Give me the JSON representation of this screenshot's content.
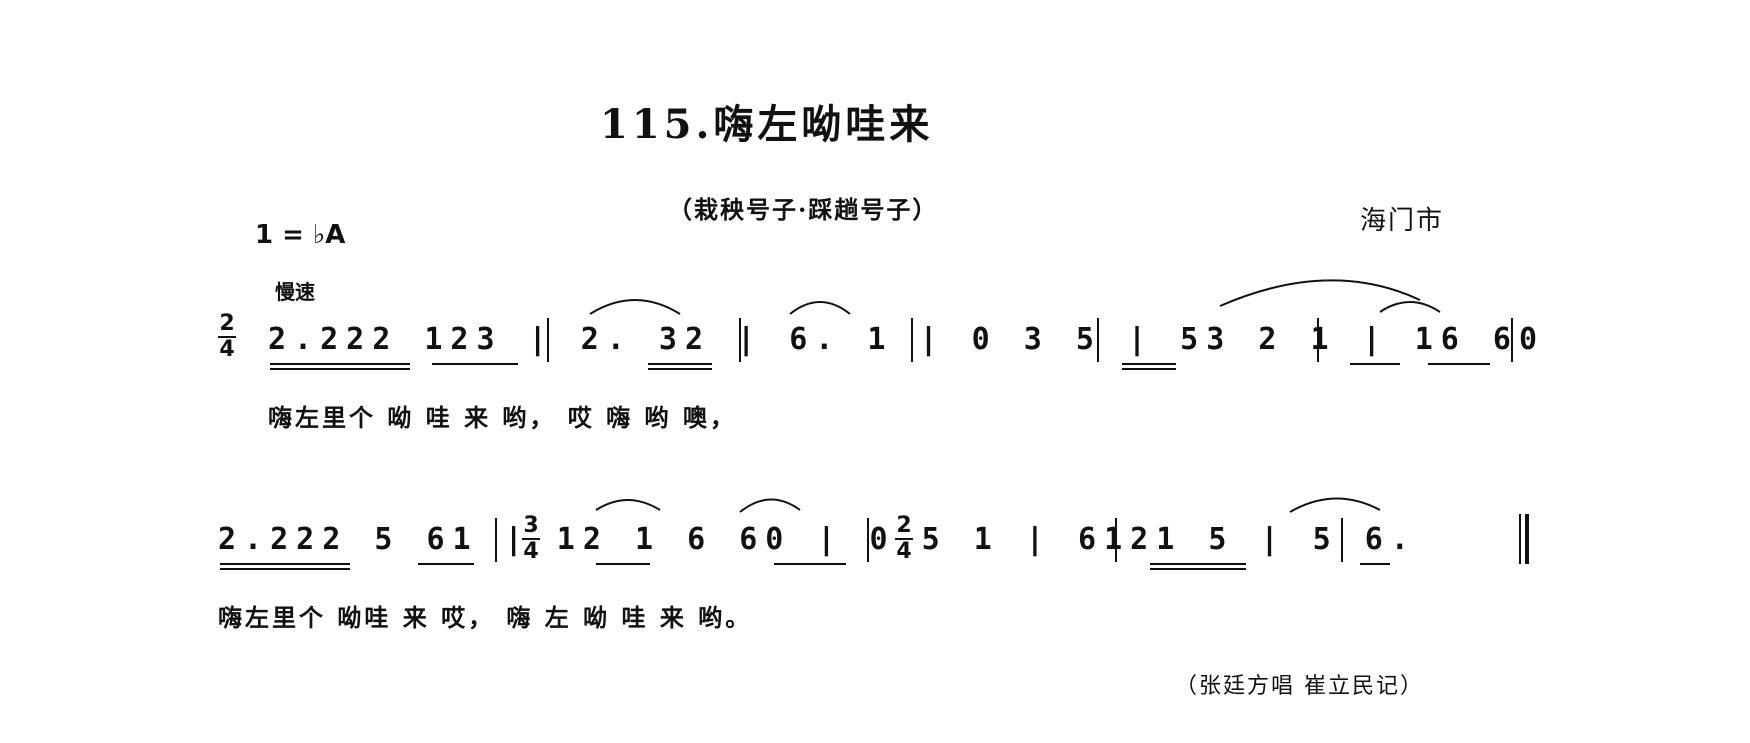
{
  "title": "115.嗨左呦哇来",
  "subtitle": "（栽秧号子·踩趟号子）",
  "region": "海门市",
  "key": "1 = ♭A",
  "tempo": "慢速",
  "meters": {
    "m1": "2/4",
    "m2": "3/4",
    "m3": "2/4"
  },
  "line1": {
    "notes": "2.222 123 | 2. 32 | 6. 1 | 0 3 5 | 53 2 1 | 16 60",
    "lyrics": "嗨左里个 呦 哇 来     哟，     哎 嗨  哟  噢，"
  },
  "line2": {
    "notes": "2.222 5 61 | 12 1 6 60 | 0 5 1 | 6121 5 | 5 6.",
    "lyrics": "嗨左里个 呦哇      来      哎，      嗨 左  呦 哇 来    哟。"
  },
  "credit": "（张廷方唱  崔立民记）"
}
